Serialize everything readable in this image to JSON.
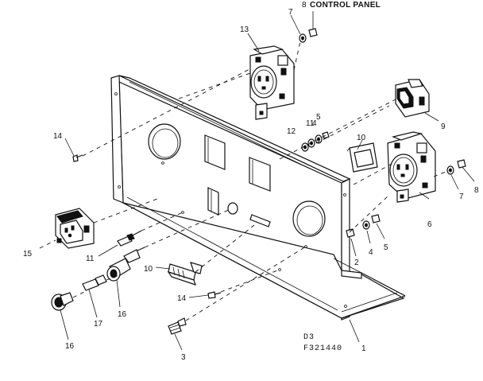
{
  "title": "CONTROL PANEL",
  "drawing_code": "D3",
  "figure_number": "F321440",
  "callouts": {
    "c1": "1",
    "c2": "2",
    "c3": "3",
    "c4_lower": "4",
    "c4_upper": "4",
    "c5_lower": "5",
    "c5_upper": "5",
    "c6": "6",
    "c7_top": "7",
    "c7_right": "7",
    "c8_top": "8",
    "c8_right": "8",
    "c9": "9",
    "c10_upper": "10",
    "c10_lower": "10",
    "c11_upper": "11",
    "c11_lower": "11",
    "c12": "12",
    "c13": "13",
    "c14_left": "14",
    "c14_lower": "14",
    "c15": "15",
    "c16_mid": "16",
    "c16_low": "16",
    "c17": "17"
  }
}
